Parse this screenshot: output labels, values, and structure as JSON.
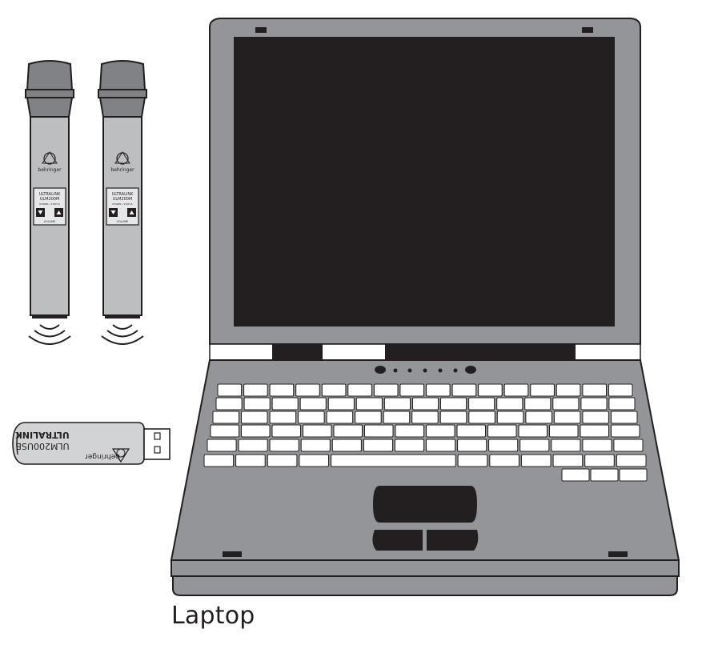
{
  "caption": "Laptop",
  "microphone": {
    "brand": "behringer",
    "model_line1": "ULTRALINK",
    "model_line2": "ULM200M",
    "status_label": "POWER / STATUS",
    "volume_label": "VOLUME"
  },
  "usb_dongle": {
    "brand": "behringer",
    "model_line1": "ULTRALINK",
    "model_line2": "ULM200USB"
  },
  "colors": {
    "outline": "#231f20",
    "mic_body": "#bcbec0",
    "mic_head": "#808285",
    "laptop_body": "#939598",
    "screen": "#231f20",
    "keys": "#ffffff",
    "usb_body": "#d1d3d4"
  }
}
